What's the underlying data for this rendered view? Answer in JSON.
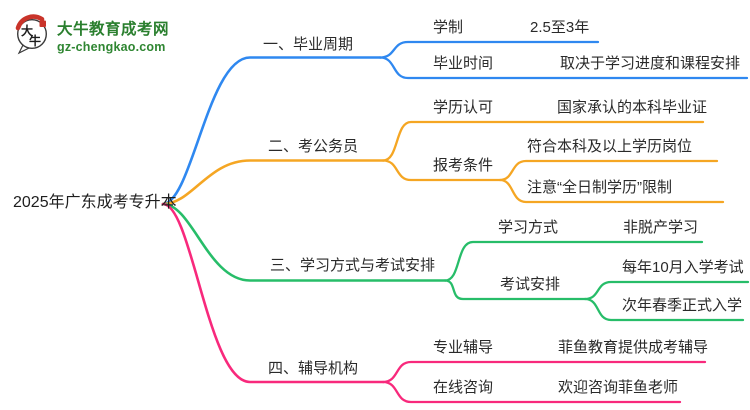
{
  "logo": {
    "title": "大牛教育成考网",
    "domain": "gz-chengkao.com",
    "badge": "大牛",
    "brand_color": "#2a7f2e",
    "seal_color": "#c9342a"
  },
  "mindmap": {
    "root": "2025年广东成考专升本",
    "text_color": "#2a2a2a",
    "branches": [
      {
        "label": "一、毕业周期",
        "color": "#2f88f0",
        "children": [
          {
            "label": "学制",
            "value": "2.5至3年"
          },
          {
            "label": "毕业时间",
            "value": "取决于学习进度和课程安排"
          }
        ]
      },
      {
        "label": "二、考公务员",
        "color": "#f5a623",
        "children": [
          {
            "label": "学历认可",
            "value": "国家承认的本科毕业证"
          },
          {
            "label": "报考条件",
            "children": [
              {
                "value": "符合本科及以上学历岗位"
              },
              {
                "value": "注意“全日制学历”限制"
              }
            ]
          }
        ]
      },
      {
        "label": "三、学习方式与考试安排",
        "color": "#27bd69",
        "children": [
          {
            "label": "学习方式",
            "value": "非脱产学习"
          },
          {
            "label": "考试安排",
            "children": [
              {
                "value": "每年10月入学考试"
              },
              {
                "value": "次年春季正式入学"
              }
            ]
          }
        ]
      },
      {
        "label": "四、辅导机构",
        "color": "#f8297c",
        "children": [
          {
            "label": "专业辅导",
            "value": "菲鱼教育提供成考辅导"
          },
          {
            "label": "在线咨询",
            "value": "欢迎咨询菲鱼老师"
          }
        ]
      }
    ]
  }
}
